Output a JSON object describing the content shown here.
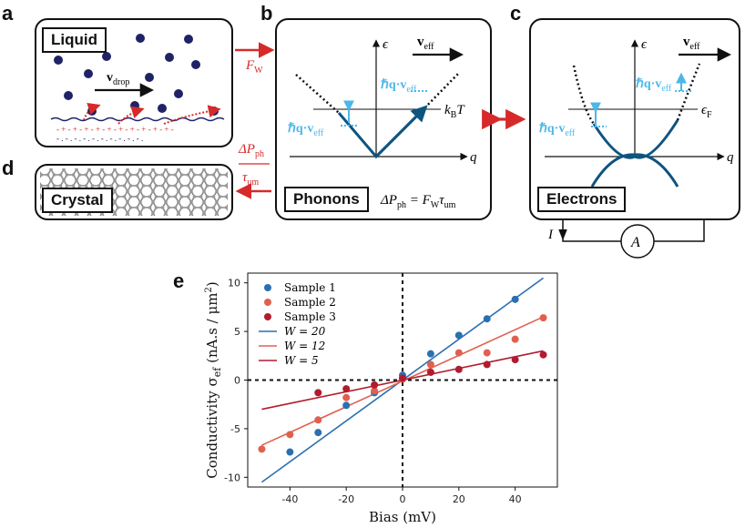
{
  "figure": {
    "panel_letters": {
      "a": "a",
      "b": "b",
      "c": "c",
      "d": "d",
      "e": "e"
    }
  },
  "panel_a": {
    "label": "Liquid",
    "velocity": "v",
    "velocity_sub": "drop"
  },
  "panel_d": {
    "label": "Crystal"
  },
  "connector_a_b": {
    "force": "F",
    "force_sub": "W"
  },
  "connector_d": {
    "pressure": "ΔP",
    "pressure_sub": "ph",
    "tau": "τ",
    "tau_sub": "um"
  },
  "panel_b": {
    "label": "Phonons",
    "equation": "ΔP",
    "equation_sub": "ph",
    "equation_rhs": " = F",
    "equation_rhs_sub": "W",
    "equation_tau": "τ",
    "equation_tau_sub": "um",
    "axis_y": "ϵ",
    "axis_x": "q",
    "veff": "v",
    "veff_sub": "eff",
    "hq_left": "ℏq·v",
    "hq_left_sub": "eff",
    "hq_right": "ℏq·v",
    "hq_right_sub": "eff",
    "kbt": "k",
    "kbt_sub": "B",
    "kbt_t": "T"
  },
  "panel_c": {
    "label": "Electrons",
    "axis_y": "ϵ",
    "axis_x": "q",
    "veff": "v",
    "veff_sub": "eff",
    "hq_left": "ℏq·v",
    "hq_left_sub": "eff",
    "hq_right": "ℏq·v",
    "hq_right_sub": "eff",
    "ef": "ϵ",
    "ef_sub": "F",
    "current": "I",
    "ammeter": "A"
  },
  "colors": {
    "navy": "#1f2366",
    "red": "#d62a2a",
    "dispersion": "#0e5480",
    "light_blue": "#4bb7ea",
    "sample1": "#2c6fb0",
    "sample2": "#e06050",
    "sample3": "#b01c2e"
  },
  "chart_data": {
    "type": "scatter",
    "xlabel": "Bias (mV)",
    "ylabel": "Conductivity  σ",
    "ylabel_sub": "ef",
    "ylabel_unit": " (nA.s / μm",
    "ylabel_unit_sup": "2",
    "ylabel_unit_end": ")",
    "xlim": [
      -55,
      55
    ],
    "ylim": [
      -11,
      11
    ],
    "xticks": [
      -40,
      -20,
      0,
      20,
      40
    ],
    "yticks": [
      -10,
      -5,
      0,
      5,
      10
    ],
    "grid": false,
    "legend_position": "top-left",
    "series": [
      {
        "name": "Sample 1",
        "kind": "points",
        "color": "#2c6fb0",
        "x": [
          -40,
          -30,
          -20,
          -10,
          0,
          10,
          20,
          30,
          40
        ],
        "y": [
          -7.4,
          -5.4,
          -2.6,
          -1.3,
          0.5,
          2.7,
          4.6,
          6.3,
          8.3
        ]
      },
      {
        "name": "Sample 2",
        "kind": "points",
        "color": "#e06050",
        "x": [
          -50,
          -40,
          -30,
          -20,
          -10,
          0,
          10,
          20,
          30,
          40,
          50
        ],
        "y": [
          -7.1,
          -5.6,
          -4.1,
          -1.8,
          -1.1,
          0.1,
          1.6,
          2.8,
          2.8,
          4.2,
          6.4
        ]
      },
      {
        "name": "Sample 3",
        "kind": "points",
        "color": "#b01c2e",
        "x": [
          -30,
          -20,
          -10,
          0,
          10,
          20,
          30,
          40,
          50
        ],
        "y": [
          -1.3,
          -0.9,
          -0.5,
          0.2,
          0.8,
          1.1,
          1.6,
          2.1,
          2.6
        ]
      },
      {
        "name": "W = 20",
        "kind": "line",
        "color": "#2c6fb0",
        "x": [
          -50,
          50
        ],
        "y": [
          -10.5,
          10.5
        ]
      },
      {
        "name": "W = 12",
        "kind": "line",
        "color": "#e06050",
        "x": [
          -50,
          50
        ],
        "y": [
          -6.7,
          6.5
        ]
      },
      {
        "name": "W = 5",
        "kind": "line",
        "color": "#b01c2e",
        "x": [
          -50,
          50
        ],
        "y": [
          -3.0,
          3.0
        ]
      }
    ]
  }
}
